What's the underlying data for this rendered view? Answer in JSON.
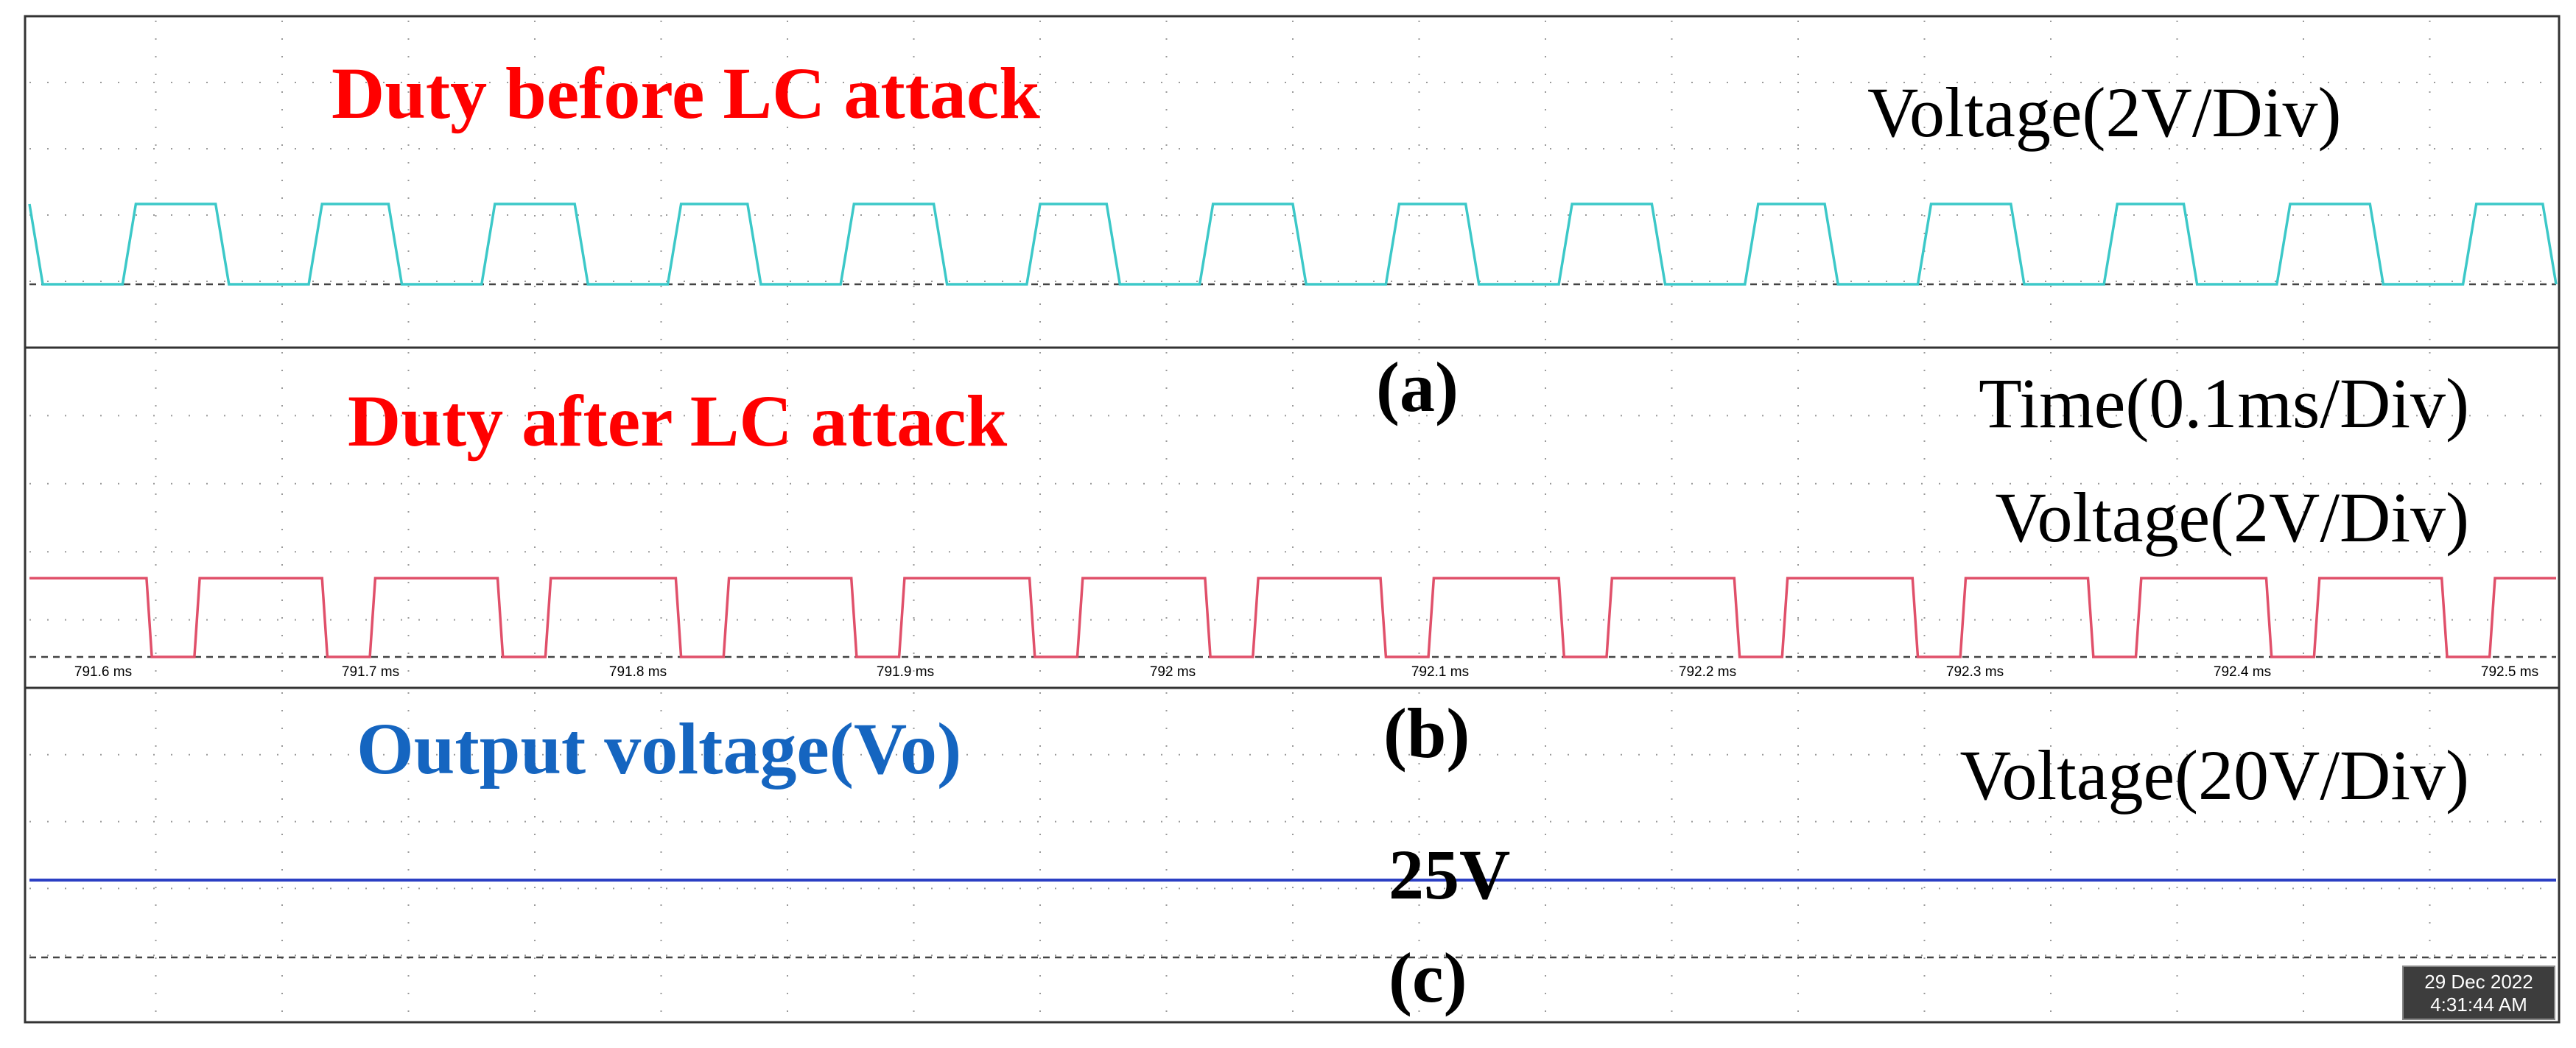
{
  "chart_data": [
    {
      "type": "line",
      "panel_label": "(a)",
      "title": "Duty before LC attack",
      "ylabel": "Voltage(2V/Div)",
      "series_color": "#3cc8c8",
      "series": [
        {
          "values": [
            {
              "x": 791.6,
              "y": 1
            },
            {
              "x": 791.605,
              "y": 0
            },
            {
              "x": 791.635,
              "y": 0
            },
            {
              "x": 791.64,
              "y": 1
            },
            {
              "x": 791.67,
              "y": 1
            },
            {
              "x": 791.675,
              "y": 0
            },
            {
              "x": 791.705,
              "y": 0
            },
            {
              "x": 791.71,
              "y": 1
            },
            {
              "x": 791.735,
              "y": 1
            },
            {
              "x": 791.74,
              "y": 0
            },
            {
              "x": 791.77,
              "y": 0
            },
            {
              "x": 791.775,
              "y": 1
            },
            {
              "x": 791.805,
              "y": 1
            },
            {
              "x": 791.81,
              "y": 0
            },
            {
              "x": 791.84,
              "y": 0
            },
            {
              "x": 791.845,
              "y": 1
            },
            {
              "x": 791.87,
              "y": 1
            },
            {
              "x": 791.875,
              "y": 0
            },
            {
              "x": 791.905,
              "y": 0
            },
            {
              "x": 791.91,
              "y": 1
            },
            {
              "x": 791.94,
              "y": 1
            },
            {
              "x": 791.945,
              "y": 0
            },
            {
              "x": 791.975,
              "y": 0
            },
            {
              "x": 791.98,
              "y": 1
            },
            {
              "x": 792.005,
              "y": 1
            },
            {
              "x": 792.01,
              "y": 0
            },
            {
              "x": 792.04,
              "y": 0
            },
            {
              "x": 792.045,
              "y": 1
            },
            {
              "x": 792.075,
              "y": 1
            },
            {
              "x": 792.08,
              "y": 0
            },
            {
              "x": 792.11,
              "y": 0
            },
            {
              "x": 792.115,
              "y": 1
            },
            {
              "x": 792.14,
              "y": 1
            },
            {
              "x": 792.145,
              "y": 0
            },
            {
              "x": 792.175,
              "y": 0
            },
            {
              "x": 792.18,
              "y": 1
            },
            {
              "x": 792.21,
              "y": 1
            },
            {
              "x": 792.215,
              "y": 0
            },
            {
              "x": 792.245,
              "y": 0
            },
            {
              "x": 792.25,
              "y": 1
            },
            {
              "x": 792.275,
              "y": 1
            },
            {
              "x": 792.28,
              "y": 0
            },
            {
              "x": 792.31,
              "y": 0
            },
            {
              "x": 792.315,
              "y": 1
            },
            {
              "x": 792.345,
              "y": 1
            },
            {
              "x": 792.35,
              "y": 0
            },
            {
              "x": 792.38,
              "y": 0
            },
            {
              "x": 792.385,
              "y": 1
            },
            {
              "x": 792.41,
              "y": 1
            },
            {
              "x": 792.415,
              "y": 0
            },
            {
              "x": 792.445,
              "y": 0
            },
            {
              "x": 792.45,
              "y": 1
            },
            {
              "x": 792.48,
              "y": 1
            },
            {
              "x": 792.485,
              "y": 0
            },
            {
              "x": 792.515,
              "y": 0
            },
            {
              "x": 792.52,
              "y": 1
            },
            {
              "x": 792.545,
              "y": 1
            },
            {
              "x": 792.55,
              "y": 0
            }
          ]
        }
      ],
      "xlim": [
        791.6,
        792.55
      ]
    },
    {
      "type": "line",
      "panel_label": "(b)",
      "title": "Duty after LC attack",
      "xlabel": "Time(0.1ms/Div)",
      "ylabel": "Voltage(2V/Div)",
      "series_color": "#e0506a",
      "x_tick_labels": [
        "791.6 ms",
        "791.7 ms",
        "791.8 ms",
        "791.9 ms",
        "792 ms",
        "792.1 ms",
        "792.2 ms",
        "792.3 ms",
        "792.4 ms",
        "792.5 ms"
      ],
      "series": [
        {
          "values": [
            {
              "x": 791.6,
              "y": 1
            },
            {
              "x": 791.644,
              "y": 1
            },
            {
              "x": 791.646,
              "y": 0
            },
            {
              "x": 791.662,
              "y": 0
            },
            {
              "x": 791.664,
              "y": 1
            },
            {
              "x": 791.71,
              "y": 1
            },
            {
              "x": 791.712,
              "y": 0
            },
            {
              "x": 791.728,
              "y": 0
            },
            {
              "x": 791.73,
              "y": 1
            },
            {
              "x": 791.776,
              "y": 1
            },
            {
              "x": 791.778,
              "y": 0
            },
            {
              "x": 791.794,
              "y": 0
            },
            {
              "x": 791.796,
              "y": 1
            },
            {
              "x": 791.843,
              "y": 1
            },
            {
              "x": 791.845,
              "y": 0
            },
            {
              "x": 791.861,
              "y": 0
            },
            {
              "x": 791.863,
              "y": 1
            },
            {
              "x": 791.909,
              "y": 1
            },
            {
              "x": 791.911,
              "y": 0
            },
            {
              "x": 791.927,
              "y": 0
            },
            {
              "x": 791.929,
              "y": 1
            },
            {
              "x": 791.976,
              "y": 1
            },
            {
              "x": 791.978,
              "y": 0
            },
            {
              "x": 791.994,
              "y": 0
            },
            {
              "x": 791.996,
              "y": 1
            },
            {
              "x": 792.042,
              "y": 1
            },
            {
              "x": 792.044,
              "y": 0
            },
            {
              "x": 792.06,
              "y": 0
            },
            {
              "x": 792.062,
              "y": 1
            },
            {
              "x": 792.108,
              "y": 1
            },
            {
              "x": 792.11,
              "y": 0
            },
            {
              "x": 792.126,
              "y": 0
            },
            {
              "x": 792.128,
              "y": 1
            },
            {
              "x": 792.175,
              "y": 1
            },
            {
              "x": 792.177,
              "y": 0
            },
            {
              "x": 792.193,
              "y": 0
            },
            {
              "x": 792.195,
              "y": 1
            },
            {
              "x": 792.241,
              "y": 1
            },
            {
              "x": 792.243,
              "y": 0
            },
            {
              "x": 792.259,
              "y": 0
            },
            {
              "x": 792.261,
              "y": 1
            },
            {
              "x": 792.308,
              "y": 1
            },
            {
              "x": 792.31,
              "y": 0
            },
            {
              "x": 792.326,
              "y": 0
            },
            {
              "x": 792.328,
              "y": 1
            },
            {
              "x": 792.374,
              "y": 1
            },
            {
              "x": 792.376,
              "y": 0
            },
            {
              "x": 792.392,
              "y": 0
            },
            {
              "x": 792.394,
              "y": 1
            },
            {
              "x": 792.441,
              "y": 1
            },
            {
              "x": 792.443,
              "y": 0
            },
            {
              "x": 792.459,
              "y": 0
            },
            {
              "x": 792.461,
              "y": 1
            },
            {
              "x": 792.507,
              "y": 1
            },
            {
              "x": 792.509,
              "y": 0
            },
            {
              "x": 792.525,
              "y": 0
            },
            {
              "x": 792.527,
              "y": 1
            },
            {
              "x": 792.55,
              "y": 1
            }
          ]
        }
      ],
      "xlim": [
        791.6,
        792.55
      ]
    },
    {
      "type": "line",
      "panel_label": "(c)",
      "title": "Output voltage(Vo)",
      "ylabel": "Voltage(20V/Div)",
      "annotation": "25V",
      "series_color": "#2b3fc4",
      "series": [
        {
          "values": [
            {
              "x": 791.6,
              "y": 25
            },
            {
              "x": 792.55,
              "y": 25
            }
          ]
        }
      ],
      "xlim": [
        791.6,
        792.55
      ]
    }
  ],
  "timestamp": {
    "date": "29 Dec 2022",
    "time": "4:31:44 AM"
  }
}
